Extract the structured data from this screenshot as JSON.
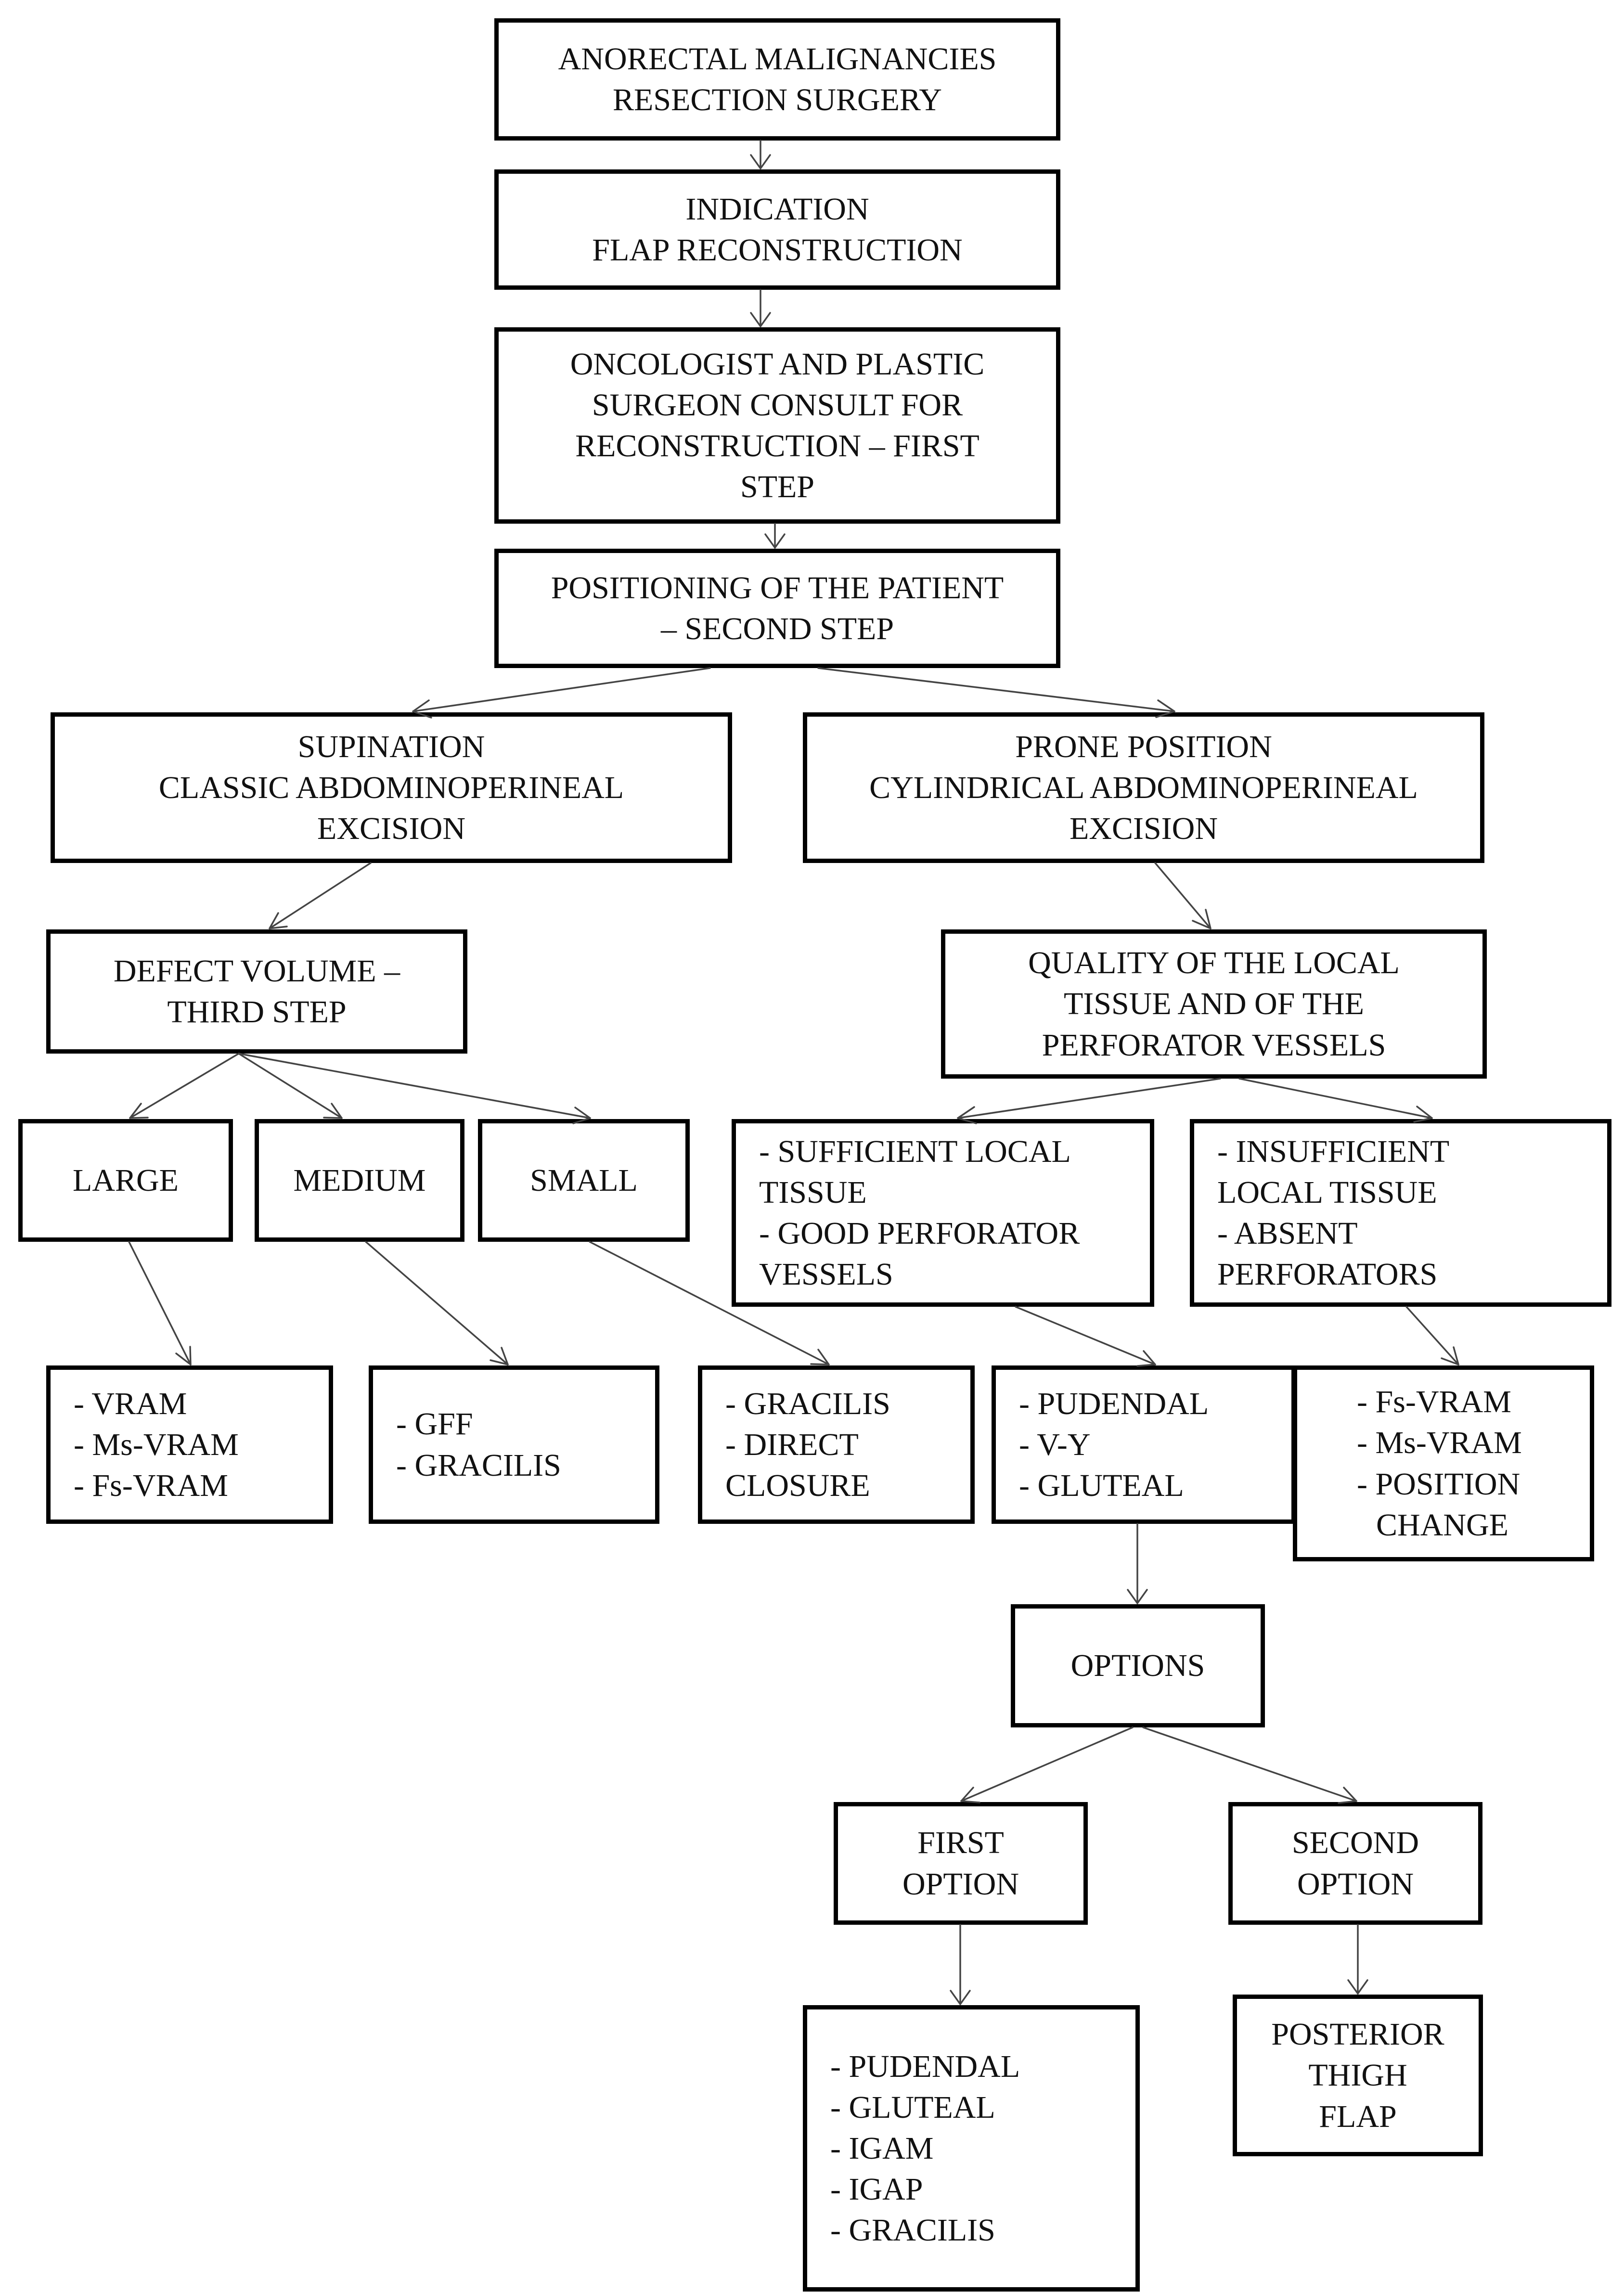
{
  "nodes": {
    "anorectal": {
      "lines": [
        "ANORECTAL MALIGNANCIES",
        "RESECTION SURGERY"
      ]
    },
    "indication": {
      "lines": [
        "INDICATION",
        "FLAP RECONSTRUCTION"
      ]
    },
    "consult": {
      "lines": [
        "ONCOLOGIST AND PLASTIC",
        "SURGEON CONSULT FOR",
        "RECONSTRUCTION – FIRST",
        "STEP"
      ]
    },
    "positioning": {
      "lines": [
        "POSITIONING OF THE PATIENT",
        "– SECOND STEP"
      ]
    },
    "supination": {
      "lines": [
        "SUPINATION",
        "CLASSIC ABDOMINOPERINEAL",
        "EXCISION"
      ]
    },
    "prone": {
      "lines": [
        "PRONE POSITION",
        "CYLINDRICAL ABDOMINOPERINEAL",
        "EXCISION"
      ]
    },
    "defect_volume": {
      "lines": [
        "DEFECT VOLUME –",
        "THIRD STEP"
      ]
    },
    "quality": {
      "lines": [
        "QUALITY OF THE LOCAL",
        "TISSUE AND OF THE",
        "PERFORATOR VESSELS"
      ]
    },
    "large": {
      "lines": [
        "LARGE"
      ]
    },
    "medium": {
      "lines": [
        "MEDIUM"
      ]
    },
    "small": {
      "lines": [
        "SMALL"
      ]
    },
    "sufficient": {
      "lines": [
        "- SUFFICIENT LOCAL",
        "TISSUE",
        "- GOOD PERFORATOR",
        "VESSELS"
      ]
    },
    "insufficient": {
      "lines": [
        "- INSUFFICIENT",
        "LOCAL TISSUE",
        "- ABSENT",
        "PERFORATORS"
      ]
    },
    "vram_list": {
      "lines": [
        "- VRAM",
        "- Ms-VRAM",
        "- Fs-VRAM"
      ]
    },
    "gff_list": {
      "lines": [
        "- GFF",
        "- GRACILIS"
      ]
    },
    "gracilis_list": {
      "lines": [
        "- GRACILIS",
        "- DIRECT",
        "CLOSURE"
      ]
    },
    "pudendal_list": {
      "lines": [
        "- PUDENDAL",
        "- V-Y",
        "- GLUTEAL"
      ]
    },
    "fs_list": {
      "lines": [
        "- Fs-VRAM",
        "- Ms-VRAM",
        "- POSITION",
        "CHANGE"
      ]
    },
    "options": {
      "lines": [
        "OPTIONS"
      ]
    },
    "first_option": {
      "lines": [
        "FIRST",
        "OPTION"
      ]
    },
    "second_option": {
      "lines": [
        "SECOND",
        "OPTION"
      ]
    },
    "first_option_list": {
      "lines": [
        "- PUDENDAL",
        "- GLUTEAL",
        "- IGAM",
        "- IGAP",
        "- GRACILIS"
      ]
    },
    "posterior_thigh": {
      "lines": [
        "POSTERIOR",
        "THIGH",
        "FLAP"
      ]
    }
  },
  "edges": [
    [
      "anorectal",
      "indication"
    ],
    [
      "indication",
      "consult"
    ],
    [
      "consult",
      "positioning"
    ],
    [
      "positioning",
      "supination"
    ],
    [
      "positioning",
      "prone"
    ],
    [
      "supination",
      "defect_volume"
    ],
    [
      "prone",
      "quality"
    ],
    [
      "defect_volume",
      "large"
    ],
    [
      "defect_volume",
      "medium"
    ],
    [
      "defect_volume",
      "small"
    ],
    [
      "quality",
      "sufficient"
    ],
    [
      "quality",
      "insufficient"
    ],
    [
      "large",
      "vram_list"
    ],
    [
      "medium",
      "gff_list"
    ],
    [
      "small",
      "gracilis_list"
    ],
    [
      "sufficient",
      "pudendal_list"
    ],
    [
      "insufficient",
      "fs_list"
    ],
    [
      "pudendal_list",
      "options"
    ],
    [
      "options",
      "first_option"
    ],
    [
      "options",
      "second_option"
    ],
    [
      "first_option",
      "first_option_list"
    ],
    [
      "second_option",
      "posterior_thigh"
    ]
  ]
}
